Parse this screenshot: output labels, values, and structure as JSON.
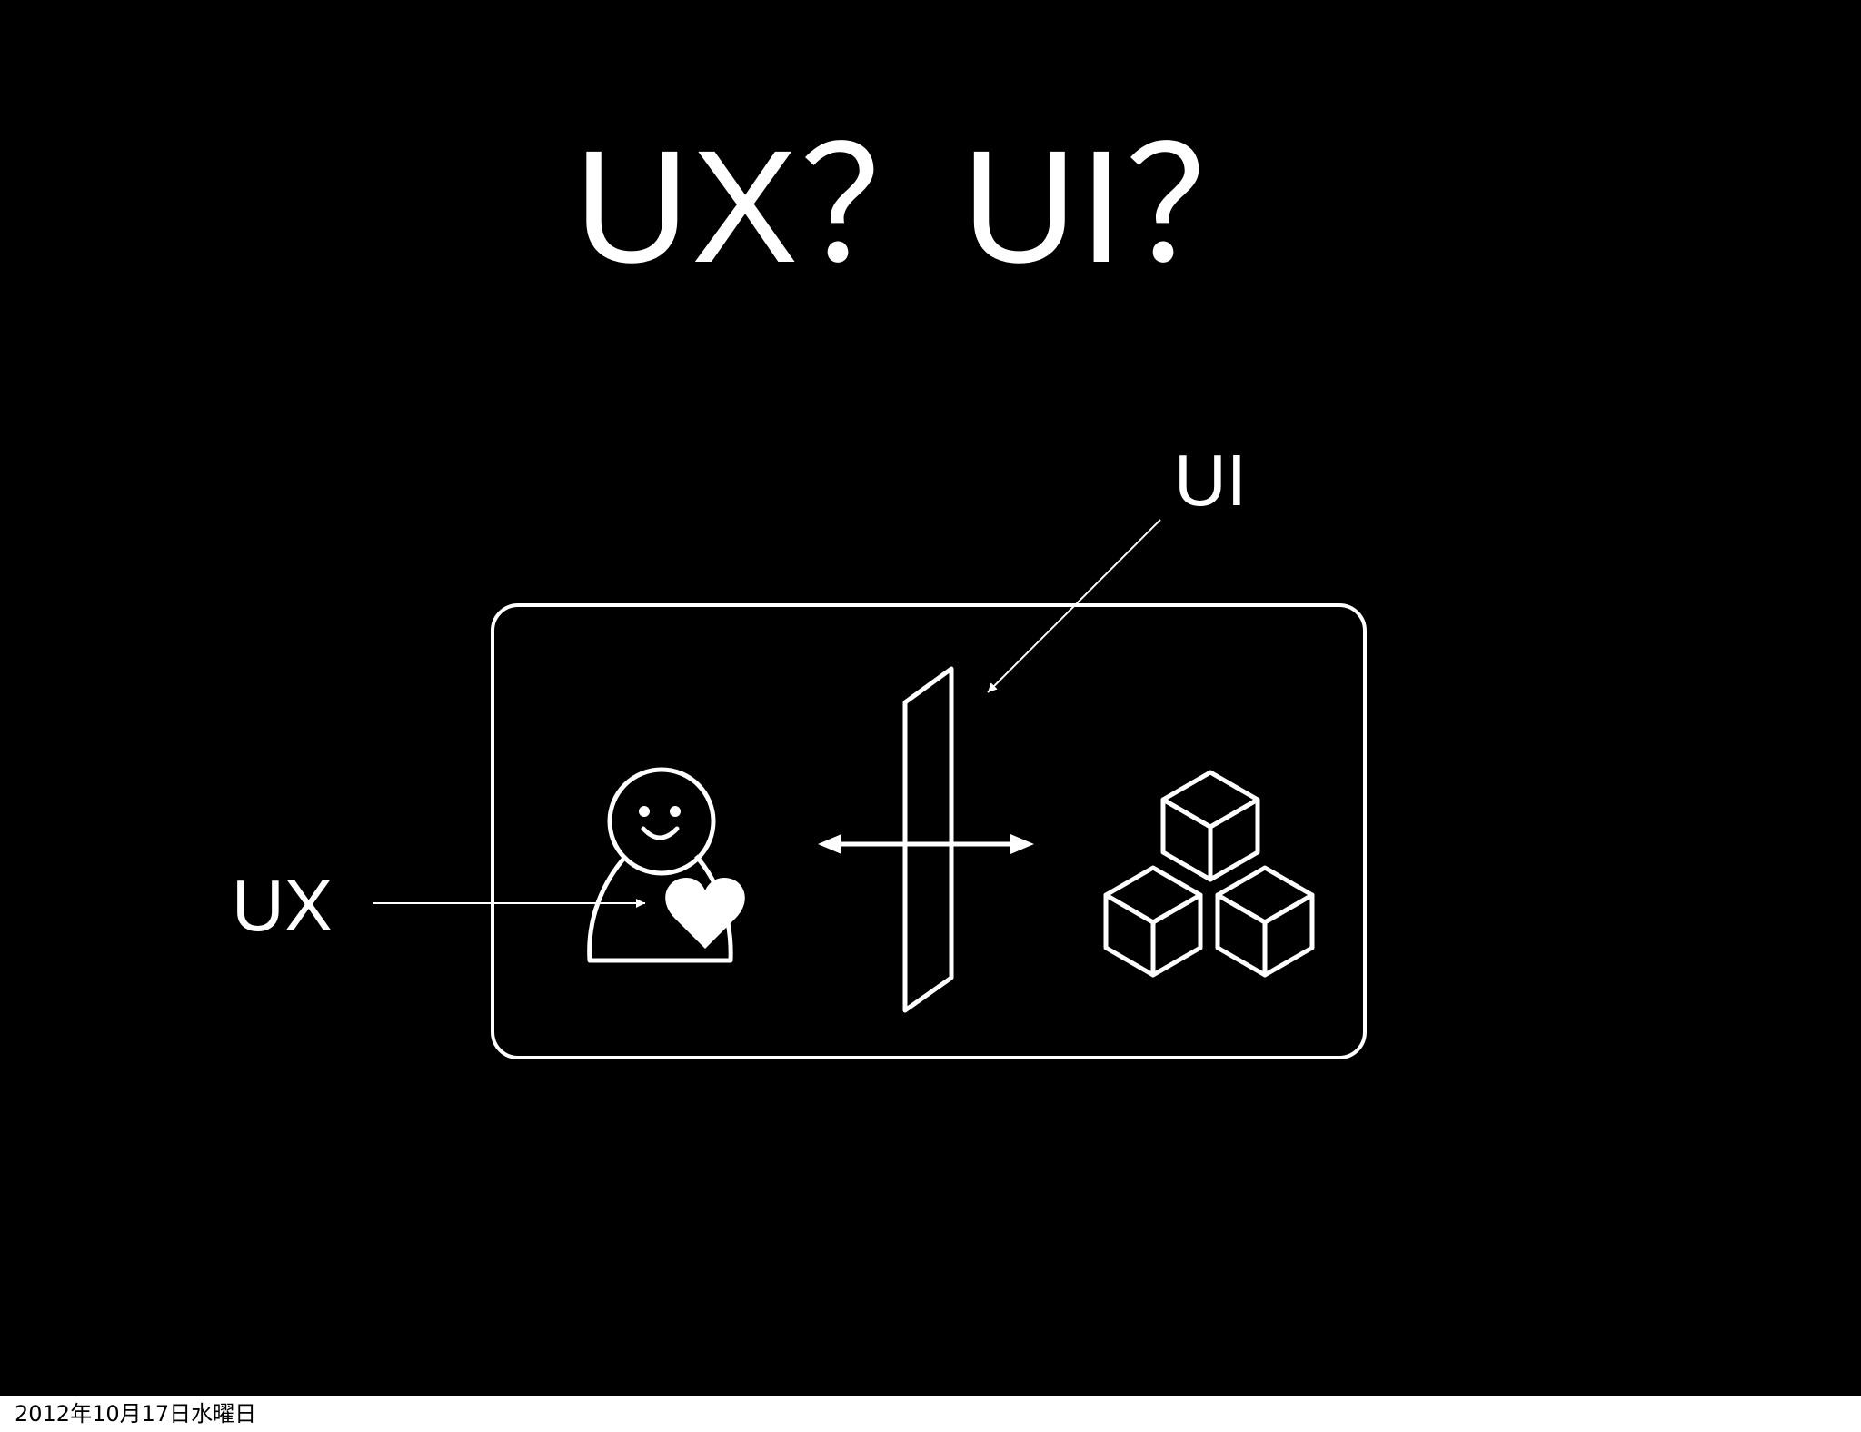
{
  "slide": {
    "title": "UX？UI？",
    "background_color": "#000000",
    "foreground_color": "#ffffff"
  },
  "diagram": {
    "ux_label": "UX",
    "ui_label": "UI",
    "icons": [
      "person-heart-icon",
      "interface-panel-icon",
      "double-arrow-icon",
      "cubes-icon"
    ]
  },
  "footer": {
    "date": "2012年10月17日水曜日"
  }
}
